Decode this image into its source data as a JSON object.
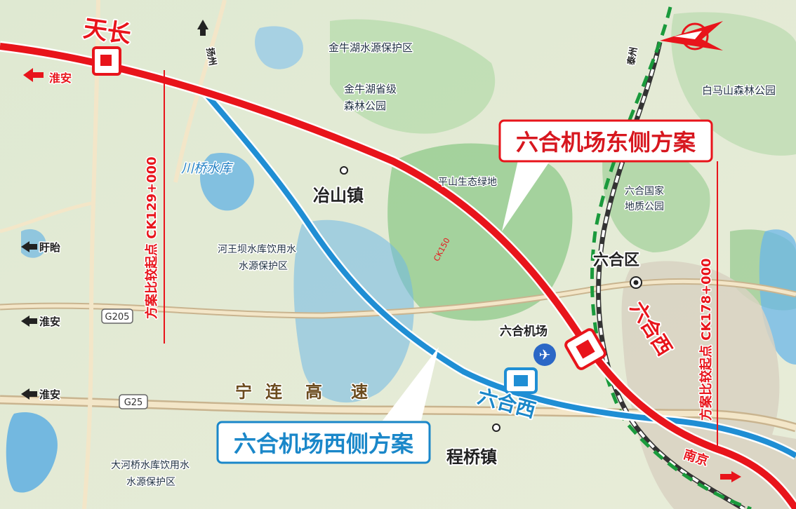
{
  "places": {
    "tianchang": "天长",
    "huaian": "淮安",
    "yangzhou": "扬州",
    "xuyi": "盱眙",
    "taizhou": "泰州",
    "nanjing": "南京",
    "yeshan_town": "冶山镇",
    "chengqiao_town": "程桥镇",
    "luhe_district": "六合区",
    "luhe_airport": "六合机场",
    "chuanqiao_reservoir": "川桥水库"
  },
  "areas": {
    "jinniuhu_water": "金牛湖水源保护区",
    "jinniuhu_forest_line1": "金牛湖省级",
    "jinniuhu_forest_line2": "森林公园",
    "baimashan": "白马山森林公园",
    "pingshan": "平山生态绿地",
    "luhe_geopark_line1": "六合国家",
    "luhe_geopark_line2": "地质公园",
    "hewangba_line1": "河王坝水库饮用水",
    "hewangba_line2": "水源保护区",
    "dahe_line1": "大河桥水库饮用水",
    "dahe_line2": "水源保护区"
  },
  "roads": {
    "g205": "G205",
    "g25": "G25",
    "expressway": [
      "宁",
      "连",
      "高",
      "速"
    ]
  },
  "stations": {
    "luhe_west": "六合西"
  },
  "callouts": {
    "east_plan": "六合机场东侧方案",
    "west_plan": "六合机场西侧方案"
  },
  "mileage": {
    "ck150": "CK150",
    "start_west": "方案比较起点 CK129+000",
    "start_east": "方案比较起点 CK178+000"
  },
  "colors": {
    "east_route": "#e8141b",
    "west_route": "#1f8ed4",
    "railway_dash": "#1a9a3c",
    "callout_east_text": "#d7171f",
    "callout_west_text": "#1a87c9"
  }
}
